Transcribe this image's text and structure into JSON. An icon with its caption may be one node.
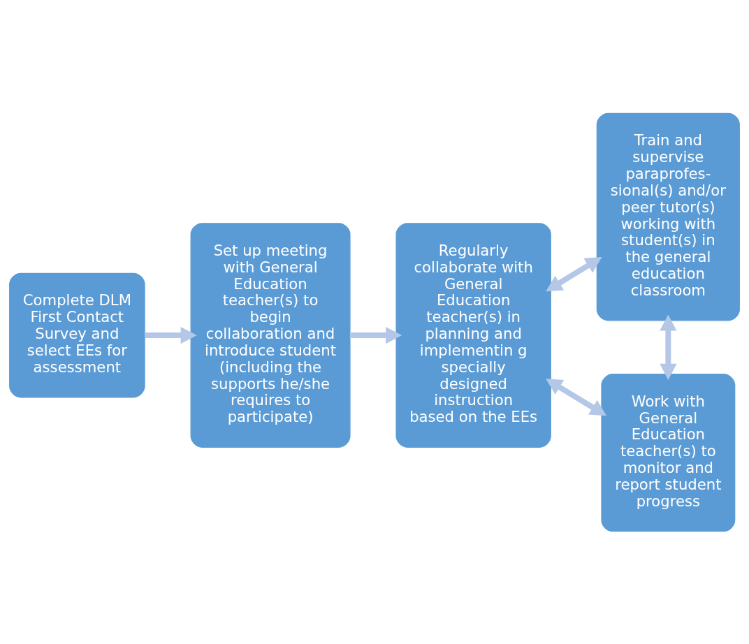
{
  "diagram": {
    "nodes": [
      {
        "text": [
          "Complete DLM First Contact Survey and select EEs for assessment"
        ]
      },
      {
        "text": [
          "Set up meeting with General Education teacher(s) to begin collaboration and introduce student (including the supports he/she requires to participate)"
        ]
      },
      {
        "text": [
          "Regularly collaborate with General Education teacher(s) in planning and implementin g specially designed instruction based on the EEs"
        ]
      },
      {
        "text": [
          "Train and supervise paraprofes- sional(s) and/or peer tutor(s) working with student(s) in the general education classroom"
        ]
      },
      {
        "text": [
          "Work with General Education teacher(s) to monitor and report student progress"
        ]
      }
    ],
    "edges": [
      {
        "from": 0,
        "to": 1,
        "arrow": "to"
      },
      {
        "from": 1,
        "to": 2,
        "arrow": "to"
      },
      {
        "from": 2,
        "to": 3,
        "arrow": "both"
      },
      {
        "from": 3,
        "to": 4,
        "arrow": "both"
      },
      {
        "from": 2,
        "to": 4,
        "arrow": "both"
      }
    ]
  }
}
